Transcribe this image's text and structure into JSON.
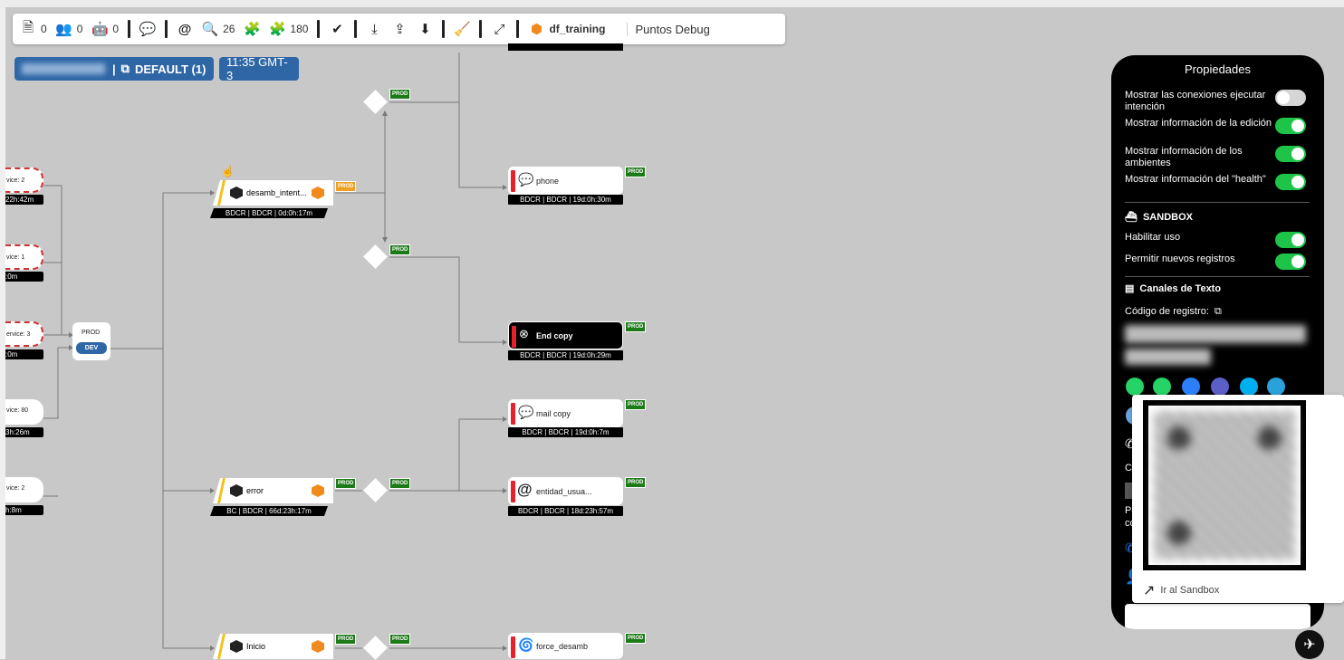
{
  "toolbar": {
    "items": [
      {
        "icon": "document-icon",
        "count": "0"
      },
      {
        "icon": "users-icon",
        "count": "0"
      },
      {
        "icon": "robot-icon",
        "count": "0"
      }
    ],
    "search_count": "26",
    "extra_counts": [
      "180"
    ],
    "brand_label": "df_training",
    "debug_label": "Puntos Debug"
  },
  "env": {
    "default_label": "DEFAULT (1)",
    "time_label": "11:35 GMT-3"
  },
  "left_nodes": [
    {
      "label": "vice: 2",
      "stat": "22h:42m"
    },
    {
      "label": "vice: 1",
      "stat": ":0m"
    },
    {
      "label": "ervice: 3",
      "stat": ":0m"
    },
    {
      "label": "vice: 80",
      "stat": "3h:26m"
    },
    {
      "label": "vice: 2",
      "stat": "h:8m"
    }
  ],
  "env_node": {
    "prod": "PROD",
    "dev": "DEV"
  },
  "flow_nodes": [
    {
      "label": "desamb_intent...",
      "stat": "BDCR | BDCR | 0d:0h:17m",
      "badge": "PROD"
    },
    {
      "label": "error",
      "stat": "BC | BDCR | 66d:23h:17m",
      "badge": "PROD"
    },
    {
      "label": "Inicio",
      "stat": "",
      "badge": "PROD"
    }
  ],
  "targets": [
    {
      "label": "phone",
      "stat": "BDCR | BDCR | 19d:0h:30m",
      "badge": "PROD"
    },
    {
      "label": "End copy",
      "stat": "BDCR | BDCR | 19d:0h:29m",
      "badge": "PROD"
    },
    {
      "label": "mail copy",
      "stat": "BDCR | BDCR | 19d:0h:7m",
      "badge": "PROD"
    },
    {
      "label": "entidad_usua...",
      "stat": "BDCR | BDCR | 18d:23h:57m",
      "badge": "PROD"
    },
    {
      "label": "force_desamb",
      "stat": "",
      "badge": "PROD"
    }
  ],
  "diamond_badge": "PROD",
  "panel": {
    "title": "Propiedades",
    "toggles": [
      {
        "label": "Mostrar las conexiones ejecutar intención",
        "on": false
      },
      {
        "label": "Mostrar información de la edición",
        "on": true
      },
      {
        "label": "Mostrar información de los ambientes",
        "on": true
      },
      {
        "label": "Mostrar información del \"health\"",
        "on": true
      }
    ],
    "sandbox_title": "SANDBOX",
    "sandbox_toggles": [
      {
        "label": "Habilitar uso",
        "on": true
      },
      {
        "label": "Permitir nuevos registros",
        "on": true
      }
    ],
    "text_channels_title": "Canales de Texto",
    "code_label": "Código de registro:",
    "partial_labels": [
      "Co",
      "Pe",
      "co"
    ]
  },
  "qr_popup": {
    "link_label": "Ir al Sandbox"
  },
  "colors": {
    "accent": "#2f67a6",
    "prod_green": "#1d7a18",
    "toggle_on": "#1ec448",
    "alert_red": "#e8202a"
  }
}
